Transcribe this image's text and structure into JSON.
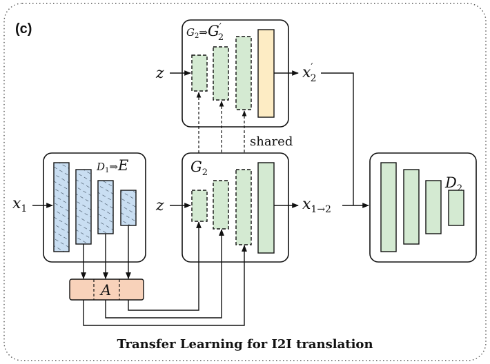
{
  "panel": {
    "letter": "(c)",
    "caption": "Transfer Learning for I2I translation"
  },
  "nodes": {
    "g2_prime_title_prefix": "G",
    "g2_prime_title_sub": "2",
    "g2_prime_title_arrow": "⇒",
    "g2_prime_title_target": "G",
    "g2_prime_title_target_sup": "′",
    "g2_prime_title_target_sub": "2",
    "z_top": "z",
    "x2_prime": "x",
    "x2_prime_sup": "′",
    "x2_prime_sub": "2",
    "shared_label": "shared",
    "encoder_title_prefix": "D",
    "encoder_title_sub": "1",
    "encoder_title_arrow": "⇒",
    "encoder_title_target": "E",
    "x1": "x",
    "x1_sub": "1",
    "g2_title": "G",
    "g2_title_sub": "2",
    "z_bottom": "z",
    "x1_to_2": "x",
    "x1_to_2_sub": "1→2",
    "d2_title": "D",
    "d2_title_sub": "2",
    "adapter_label": "A"
  },
  "colors": {
    "blue_fill": "#c9def2",
    "green_fill": "#d4ead2",
    "yellow_fill": "#fdecc4",
    "orange_fill": "#f8d2ba",
    "stroke": "#111111",
    "frame": "#555555"
  }
}
